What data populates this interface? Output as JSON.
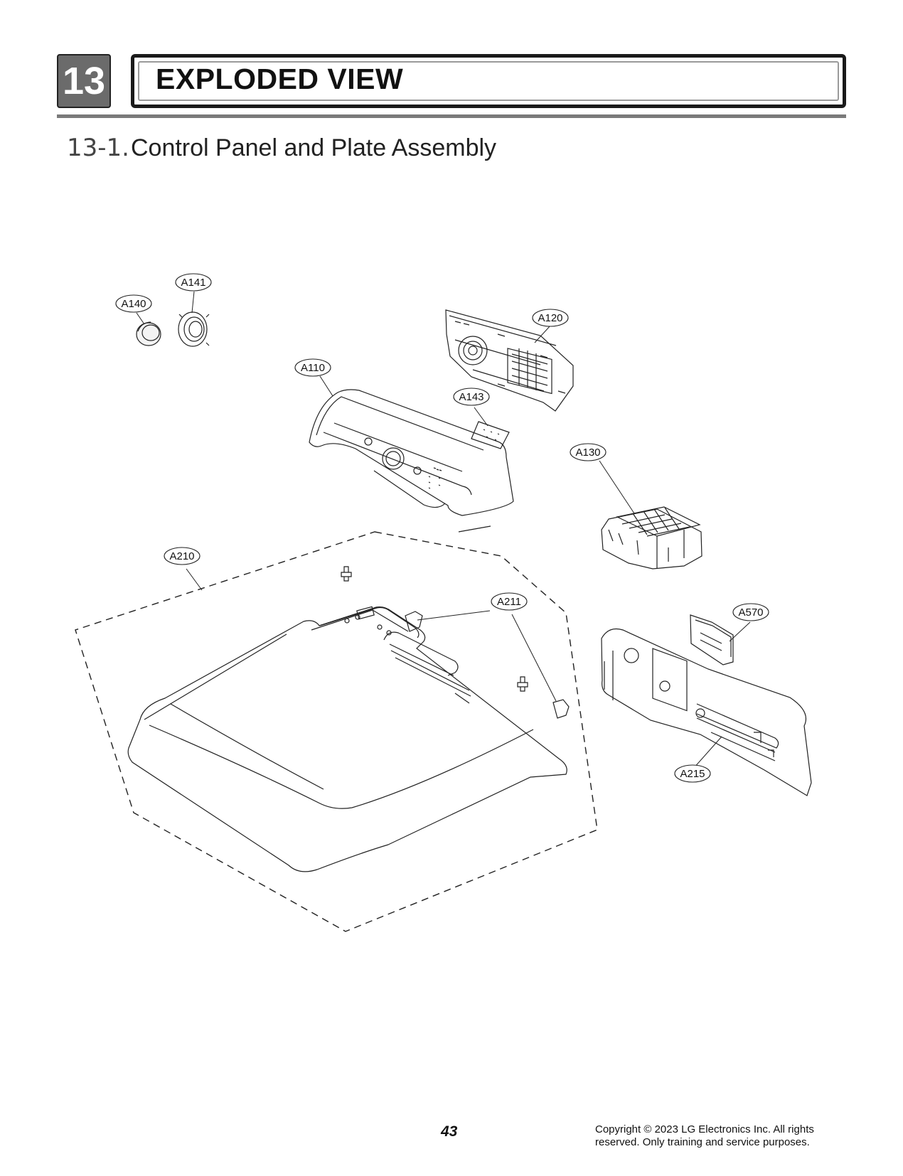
{
  "header": {
    "section_number": "13",
    "title": "EXPLODED VIEW"
  },
  "subsection": {
    "number": "13-1.",
    "title": "Control Panel and Plate Assembly"
  },
  "callouts": [
    "A141",
    "A140",
    "A120",
    "A110",
    "A143",
    "A130",
    "A210",
    "A211",
    "A570",
    "A215"
  ],
  "footer": {
    "page_number": "43",
    "copyright_line1": "Copyright © 2023 LG Electronics Inc. All rights",
    "copyright_line2": "reserved. Only training and service purposes."
  }
}
